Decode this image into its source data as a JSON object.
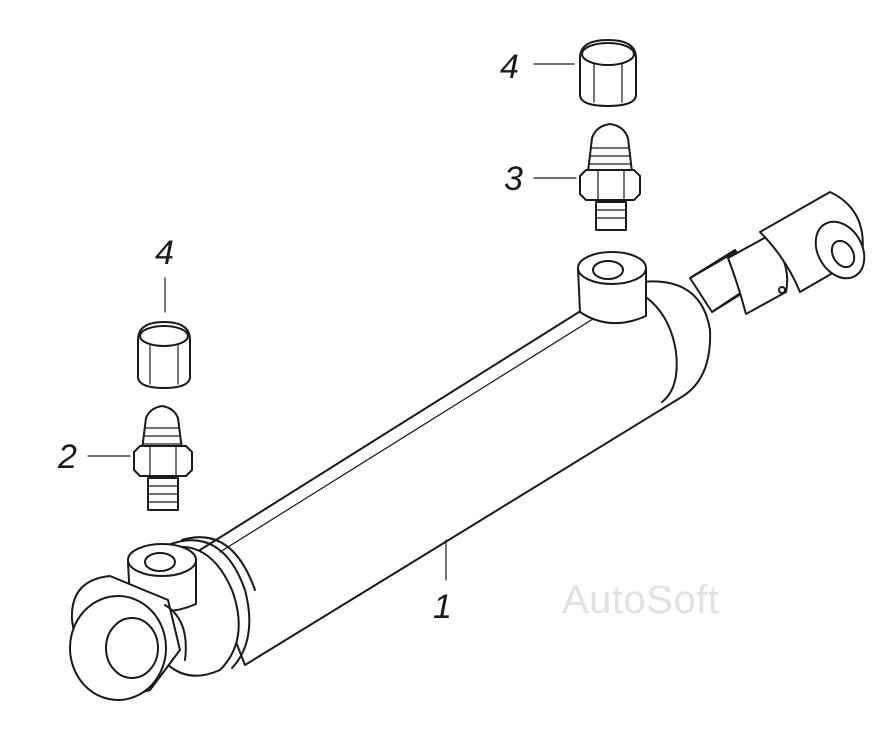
{
  "callouts": {
    "cylinder": "1",
    "fitting_left": "2",
    "fitting_right": "3",
    "cap_left": "4",
    "cap_right": "4"
  },
  "watermark": "AutoSoft",
  "colors": {
    "ink": "#1a1a1a",
    "paper": "#ffffff",
    "watermark": "#e2e2e2"
  }
}
